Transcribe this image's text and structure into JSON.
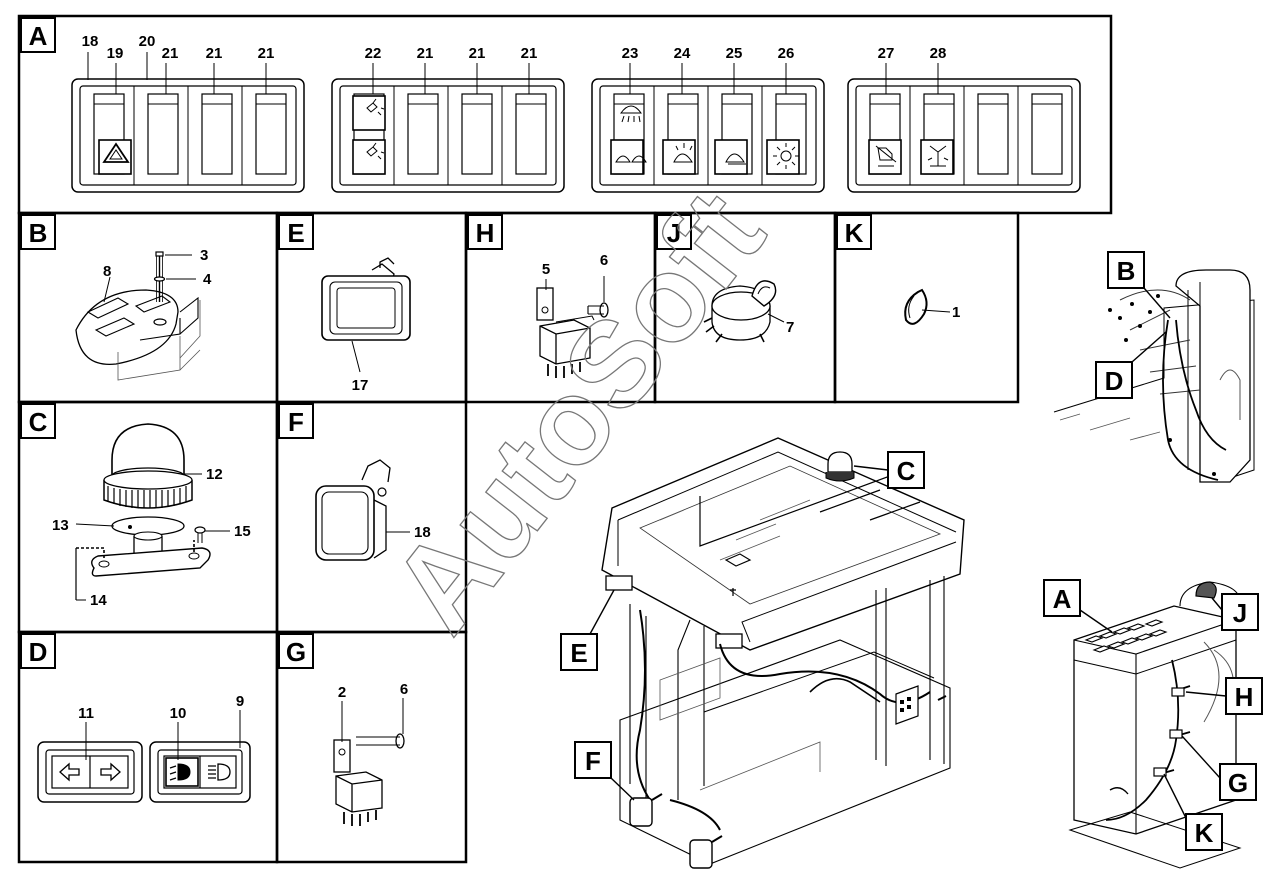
{
  "watermark": "AutoSoft",
  "panels": {
    "A": {
      "letter": "A",
      "labels": [
        "18",
        "19",
        "20",
        "21",
        "21",
        "21",
        "22",
        "21",
        "21",
        "21",
        "23",
        "24",
        "25",
        "26",
        "27",
        "28"
      ]
    },
    "B": {
      "letter": "B",
      "labels": [
        "3",
        "4",
        "8"
      ]
    },
    "C": {
      "letter": "C",
      "labels": [
        "12",
        "13",
        "15",
        "14"
      ]
    },
    "D": {
      "letter": "D",
      "labels": [
        "11",
        "10",
        "9"
      ]
    },
    "E": {
      "letter": "E",
      "labels": [
        "17"
      ]
    },
    "F": {
      "letter": "F",
      "labels": [
        "18"
      ]
    },
    "G": {
      "letter": "G",
      "labels": [
        "2",
        "6"
      ]
    },
    "H": {
      "letter": "H",
      "labels": [
        "5",
        "6"
      ]
    },
    "J": {
      "letter": "J",
      "labels": [
        "7"
      ]
    },
    "K": {
      "letter": "K",
      "labels": [
        "1"
      ]
    }
  },
  "callouts": {
    "cab": [
      "C",
      "E",
      "F"
    ],
    "rear": [
      "B",
      "D"
    ],
    "console": [
      "A",
      "J",
      "H",
      "G",
      "K"
    ]
  },
  "icons": [
    "hazard-icon",
    "washer-icon",
    "work-light-icon",
    "beacon-icon",
    "horn-off-icon",
    "heater-icon",
    "arrow-left-icon",
    "arrow-right-icon",
    "low-beam-icon",
    "high-beam-icon"
  ]
}
